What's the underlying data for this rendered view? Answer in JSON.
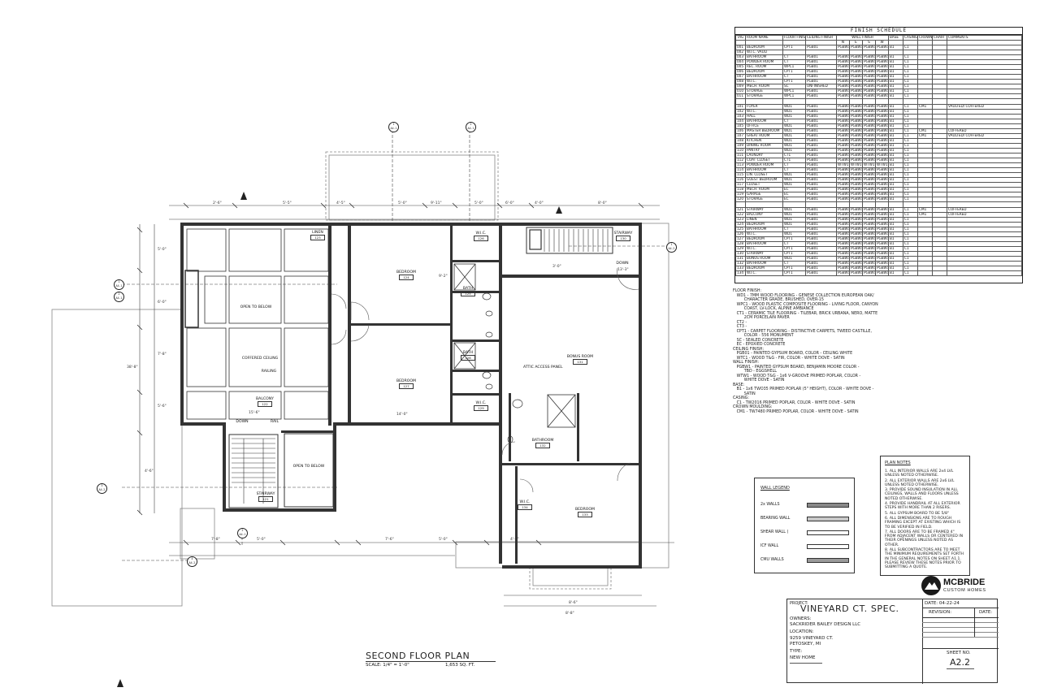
{
  "finish_schedule": {
    "title": "FINISH SCHEDULE",
    "headers": [
      "TAG",
      "ROOM NAME",
      "FLOOR FINISH",
      "CEILING FINISH",
      "WALL FINISH",
      "",
      "",
      "",
      "BASE",
      "CASING",
      "CROWN",
      "CHAIR",
      "COMMENTS"
    ],
    "wall_sub": [
      "N",
      "E",
      "S",
      "W"
    ],
    "rows": [
      [
        "001",
        "BEDROOM",
        "CPT1",
        "PGB01",
        "PGBW1",
        "PGBW1",
        "PGBW1",
        "PGBW1",
        "B1",
        "C1",
        "",
        "",
        ""
      ],
      [
        "002",
        "W.I.C. VAULT",
        "",
        "",
        "",
        "",
        "",
        "",
        "",
        "",
        "",
        "",
        ""
      ],
      [
        "003",
        "BATHROOM",
        "CT",
        "PGB01",
        "PGBW1",
        "PGBW1",
        "PGBW1",
        "PGBW1",
        "B1",
        "C1",
        "",
        "",
        ""
      ],
      [
        "004",
        "POWDER ROOM",
        "CT",
        "PGB01",
        "PGBW1",
        "PGBW1",
        "PGBW1",
        "PGBW1",
        "B1",
        "C1",
        "",
        "",
        ""
      ],
      [
        "005",
        "REC. ROOM",
        "WPC1",
        "PGB01",
        "PGBW1",
        "PGBW1",
        "PGBW1",
        "PGBW1",
        "B1",
        "C1",
        "",
        "",
        ""
      ],
      [
        "006",
        "BEDROOM",
        "CPT1",
        "PGB01",
        "PGBW1",
        "PGBW1",
        "PGBW1",
        "PGBW1",
        "B1",
        "C1",
        "",
        "",
        ""
      ],
      [
        "007",
        "BATHROOM",
        "CT",
        "PGB01",
        "PGBW1",
        "PGBW1",
        "PGBW1",
        "PGBW1",
        "B1",
        "C1",
        "",
        "",
        ""
      ],
      [
        "008",
        "W.I.C.",
        "CPT1",
        "PGB01",
        "PGBW1",
        "PGBW1",
        "PGBW1",
        "PGBW1",
        "B1",
        "C1",
        "",
        "",
        ""
      ],
      [
        "009",
        "MECH. ROOM",
        "SC",
        "UNFINISHED",
        "PGBW1",
        "PGBW1",
        "PGBW1",
        "PGBW1",
        "B1",
        "C1",
        "",
        "",
        ""
      ],
      [
        "010",
        "STORAGE",
        "WPC1",
        "PGB01",
        "PGBW1",
        "PGBW1",
        "PGBW1",
        "PGBW1",
        "B1",
        "C1",
        "",
        "",
        ""
      ],
      [
        "011",
        "STORAGE",
        "WPC1",
        "PGB01",
        "PGBW1",
        "PGBW1",
        "PGBW1",
        "PGBW1",
        "B1",
        "C1",
        "",
        "",
        ""
      ],
      [],
      [
        "101",
        "FOYER",
        "WD1",
        "PGB01",
        "PGBW1",
        "PGBW1",
        "PGBW1",
        "PGBW1",
        "B1",
        "C1",
        "CM1",
        "",
        "VAULTED/ COFFERED"
      ],
      [
        "102",
        "W.I.C.",
        "WD1",
        "PGB01",
        "PGBW1",
        "PGBW1",
        "PGBW1",
        "PGBW1",
        "B1",
        "C1",
        "",
        "",
        ""
      ],
      [
        "103",
        "HALL",
        "WD1",
        "PGB01",
        "PGBW1",
        "PGBW1",
        "PGBW1",
        "PGBW1",
        "B1",
        "C1",
        "",
        "",
        ""
      ],
      [
        "104",
        "BATHROOM",
        "CT",
        "PGB01",
        "PGBW1",
        "PGBW1",
        "PGBW1",
        "PGBW1",
        "B1",
        "C1",
        "",
        "",
        ""
      ],
      [
        "105",
        "OFFICE",
        "WD1",
        "PGB01",
        "PGBW1",
        "PGBW1",
        "PGBW1",
        "PGBW1",
        "B1",
        "C1",
        "",
        "",
        ""
      ],
      [
        "106",
        "MASTER BEDROOM",
        "WD1",
        "PGB01",
        "PGBW1",
        "PGBW1",
        "PGBW1",
        "PGBW1",
        "B1",
        "C1",
        "CM1",
        "",
        "COFFERED"
      ],
      [
        "107",
        "GREAT ROOM",
        "WD1",
        "PGB01",
        "PGBW1",
        "PGBW1",
        "PGBW1",
        "PGBW1",
        "B1",
        "C1",
        "CM1",
        "",
        "VAULTED/ COFFERED"
      ],
      [
        "108",
        "KITCHEN",
        "WD1",
        "PGB01",
        "PGBW1",
        "PGBW1",
        "PGBW1",
        "PGBW1",
        "B1",
        "C1",
        "",
        "",
        ""
      ],
      [
        "109",
        "DINING ROOM",
        "WD1",
        "PGB01",
        "PGBW1",
        "PGBW1",
        "PGBW1",
        "PGBW1",
        "B1",
        "C1",
        "",
        "",
        ""
      ],
      [
        "110",
        "PANTRY",
        "WD1",
        "PGB01",
        "PGBW1",
        "PGBW1",
        "PGBW1",
        "PGBW1",
        "B1",
        "C1",
        "",
        "",
        ""
      ],
      [
        "111",
        "LAUNDRY",
        "CT1",
        "PGB01",
        "PGBW1",
        "PGBW1",
        "PGBW1",
        "PGBW1",
        "B1",
        "C1",
        "",
        "",
        ""
      ],
      [
        "112",
        "COAT CLOSET",
        "CT1",
        "PGB01",
        "PGBW1",
        "PGBW1",
        "PGBW1",
        "PGBW1",
        "B1",
        "C1",
        "",
        "",
        ""
      ],
      [
        "113",
        "POWDER ROOM",
        "CT",
        "PGB01",
        "WTW1",
        "WTW1",
        "WTW1",
        "WTW1",
        "B1",
        "C1",
        "",
        "",
        ""
      ],
      [
        "114",
        "BATHROOM",
        "CT",
        "PGB01",
        "PGBW1",
        "PGBW1",
        "PGBW1",
        "PGBW1",
        "B1",
        "C1",
        "",
        "",
        ""
      ],
      [
        "115",
        "LIN. CLOSET",
        "WD1",
        "PGB01",
        "PGBW1",
        "PGBW1",
        "PGBW1",
        "PGBW1",
        "B1",
        "C1",
        "",
        "",
        ""
      ],
      [
        "116",
        "GUEST BEDROOM",
        "WD1",
        "PGB01",
        "PGBW1",
        "PGBW1",
        "PGBW1",
        "PGBW1",
        "B1",
        "C1",
        "",
        "",
        ""
      ],
      [
        "117",
        "CLOSET",
        "WD1",
        "PGB01",
        "PGBW1",
        "PGBW1",
        "PGBW1",
        "PGBW1",
        "B1",
        "C1",
        "",
        "",
        ""
      ],
      [
        "118",
        "MECH. ROOM",
        "EC",
        "PGB01",
        "PGBW1",
        "PGBW1",
        "PGBW1",
        "PGBW1",
        "B1",
        "C1",
        "",
        "",
        ""
      ],
      [
        "119",
        "GARAGE",
        "EC",
        "PGB01",
        "PGBW1",
        "PGBW1",
        "PGBW1",
        "PGBW1",
        "B1",
        "C1",
        "",
        "",
        ""
      ],
      [
        "120",
        "STORAGE",
        "EC",
        "PGB01",
        "PGBW1",
        "PGBW1",
        "PGBW1",
        "PGBW1",
        "B1",
        "C1",
        "",
        "",
        ""
      ],
      [],
      [
        "121",
        "STAIRWAY",
        "WD1",
        "PGB01",
        "PGBW1",
        "PGBW1",
        "PGBW1",
        "PGBW1",
        "B1",
        "C1",
        "CM1",
        "",
        "COFFERED"
      ],
      [
        "122",
        "BALCONY",
        "WD1",
        "PGB01",
        "PGBW1",
        "PGBW1",
        "PGBW1",
        "PGBW1",
        "B1",
        "C1",
        "CM1",
        "",
        "COFFERED"
      ],
      [
        "123",
        "LINEN",
        "WD1",
        "PGB01",
        "PGBW1",
        "PGBW1",
        "PGBW1",
        "PGBW1",
        "B1",
        "C1",
        "",
        "",
        ""
      ],
      [
        "124",
        "BEDROOM",
        "WD1",
        "PGB01",
        "PGBW1",
        "PGBW1",
        "PGBW1",
        "PGBW1",
        "B1",
        "C1",
        "",
        "",
        ""
      ],
      [
        "125",
        "BATHROOM",
        "CT",
        "PGB01",
        "PGBW1",
        "PGBW1",
        "PGBW1",
        "PGBW1",
        "B1",
        "C1",
        "",
        "",
        ""
      ],
      [
        "126",
        "W.I.C.",
        "WD1",
        "PGB01",
        "PGBW1",
        "PGBW1",
        "PGBW1",
        "PGBW1",
        "B1",
        "C1",
        "",
        "",
        ""
      ],
      [
        "127",
        "BEDROOM",
        "CPT1",
        "PGB01",
        "PGBW1",
        "PGBW1",
        "PGBW1",
        "PGBW1",
        "B1",
        "C1",
        "",
        "",
        ""
      ],
      [
        "128",
        "BATHROOM",
        "CT",
        "PGB01",
        "PGBW1",
        "PGBW1",
        "PGBW1",
        "PGBW1",
        "B1",
        "C1",
        "",
        "",
        ""
      ],
      [
        "129",
        "W.I.C.",
        "CPT1",
        "PGB01",
        "PGBW1",
        "PGBW1",
        "PGBW1",
        "PGBW1",
        "B1",
        "C1",
        "",
        "",
        ""
      ],
      [
        "130",
        "STAIRWAY",
        "CPT1",
        "PGB01",
        "PGBW1",
        "PGBW1",
        "PGBW1",
        "PGBW1",
        "B1",
        "C1",
        "",
        "",
        ""
      ],
      [
        "131",
        "BONUS ROOM",
        "WD1",
        "PGB01",
        "PGBW1",
        "PGBW1",
        "PGBW1",
        "PGBW1",
        "B1",
        "C1",
        "",
        "",
        ""
      ],
      [
        "132",
        "BATHROOM",
        "CT",
        "PGB01",
        "PGBW1",
        "PGBW1",
        "PGBW1",
        "PGBW1",
        "B1",
        "C1",
        "",
        "",
        ""
      ],
      [
        "133",
        "BEDROOM",
        "CPT1",
        "PGB01",
        "PGBW1",
        "PGBW1",
        "PGBW1",
        "PGBW1",
        "B1",
        "C1",
        "",
        "",
        ""
      ],
      [
        "134",
        "W.I.C.",
        "CPT1",
        "PGB01",
        "PGBW1",
        "PGBW1",
        "PGBW1",
        "PGBW1",
        "B1",
        "C1",
        "",
        "",
        ""
      ]
    ]
  },
  "finish_notes": [
    "FLOOR FINISH:",
    "   WD1 - 7MM WOOD FLOORING - GENESE COLLECTION EUROPEAN OAK/",
    "         CHARACTER GRADE, BRUSHED, OVER-15",
    "   WPC1 - WOOD PLASTIC COMPOSITE FLOORING - LIVING FLOOR, CANYON",
    "         COAST, LV-LOCK, ALPINE AMBIANCE",
    "   CT1 - CERAMIC TILE FLOORING - TILEBAR, BRICK URBANA, NERO, MATTE",
    "         2CM PORCELAIN PAVER",
    "   CT2 -",
    "   CT3 -",
    "   CPT1 - CARPET FLOORING - DISTINCTIVE CARPETS, TWEED CASTILLE,",
    "         COLOR - 556 MONUMENT",
    "   SC - SEALED CONCRETE",
    "   EC - EPOXIED CONCRETE",
    "CEILING FINISH:",
    "   PGB01 - PAINTED GYPSUM BOARD, COLOR - CEILING WHITE",
    "   WTC1 - WOOD T&G - FIR, COLOR - WHITE DOVE - SATIN",
    "WALL FINISH:",
    "   PGBW1 - PAINTED GYPSUM BOARD, BENJAMIN MOORE COLOR -",
    "         TBD - EGGSHELL",
    "   WTW1 - WOOD T&G - 1x6 V-GROOVE PRIMED POPLAR, COLOR -",
    "         WHITE DOVE - SATIN",
    "BASE:",
    "   B1 - 1x6 TWO35 PRIMED POPLAR (5\" HEIGHT), COLOR - WHITE DOVE -",
    "         SATIN",
    "CASING:",
    "   C1 - TW2016 PRIMED POPLAR, COLOR - WHITE DOVE - SATIN",
    "CROWN MOULDING:",
    "   CM1 - TW7480 PRIMED POPLAR, COLOR - WHITE DOVE - SATIN"
  ],
  "wall_legend": {
    "title": "WALL LEGEND",
    "items": [
      {
        "label": "2x WALLS",
        "fill": "#888888"
      },
      {
        "label": "BEARING WALL",
        "fill": "#c8c8c8"
      },
      {
        "label": "SHEAR WALL (",
        "fill": "#ffffff"
      },
      {
        "label": "ICF WALL",
        "fill": "#ffffff"
      },
      {
        "label": "CMU WALLS",
        "fill": "#9a9a9a"
      }
    ]
  },
  "plan_notes": {
    "title": "PLAN NOTES",
    "items": [
      "1.  ALL INTERIOR WALLS ARE 2x4 LVL UNLESS NOTED OTHERWISE.",
      "2.  ALL EXTERIOR WALLS ARE 2x6 LVL UNLESS NOTED OTHERWISE.",
      "3.  PROVIDE SOUND INSULATION IN ALL CEILINGS, WALLS AND FLOORS UNLESS NOTED OTHERWISE.",
      "4.  PROVIDE HANDRAIL AT ALL EXTERIOR STEPS WITH MORE THAN 2 RISERS.",
      "5.  ALL GYPSUM BOARD TO BE 5/8\"",
      "6.  ALL DIMENSIONS ARE TO ROUGH FRAMING EXCEPT AT EXISTING WHICH IS TO BE VERIFIED IN FIELD.",
      "7.  ALL DOORS ARE TO BE FRAMED 4\" FROM ADJACENT WALLS OR CENTERED IN THEIR OPENINGS UNLESS NOTED AS OTHER.",
      "8.  ALL SUBCONTRACTORS ARE TO MEET THE MINIMUM REQUIREMENTS SET FORTH IN THE GENERAL NOTES ON SHEET A1.1. PLEASE REVIEW THESE NOTES PRIOR TO SUBMITTING A QUOTE."
    ]
  },
  "logo": {
    "line1": "MCBRIDE",
    "line2": "CUSTOM HOMES"
  },
  "title_block": {
    "project_label": "PROJECT:",
    "project_name": "VINEYARD CT. SPEC.",
    "owners_label": "OWNERS:",
    "owners": "SACKRIDER BAILEY DESIGN LLC",
    "location_label": "LOCATION:",
    "location_1": "9259 VINEYARD CT.",
    "location_2": "PETOSKEY, MI",
    "type_label": "TYPE:",
    "type": "NEW HOME",
    "date": "DATE: 04-22-24",
    "revision_label": "REVISION:",
    "revision_date_label": "DATE:",
    "sheet_label": "SHEET NO.",
    "sheet_no": "A2.2"
  },
  "plan_title": {
    "title": "SECOND FLOOR PLAN",
    "scale": "SCALE: 1/4\" = 1'-0\"",
    "area": "1,653 SQ. FT."
  },
  "rooms": [
    {
      "name": "OPEN TO BELOW",
      "num": ""
    },
    {
      "name": "COFFERED CEILING",
      "num": ""
    },
    {
      "name": "RAILING",
      "num": ""
    },
    {
      "name": "BALCONY",
      "num": "122"
    },
    {
      "name": "LINEN",
      "num": "123"
    },
    {
      "name": "BEDROOM",
      "num": "124"
    },
    {
      "name": "BATH",
      "num": "125"
    },
    {
      "name": "W.I.C.",
      "num": "126"
    },
    {
      "name": "BEDROOM",
      "num": "127"
    },
    {
      "name": "BATH",
      "num": "128"
    },
    {
      "name": "W.I.C.",
      "num": "129"
    },
    {
      "name": "STAIRWAY",
      "num": "130"
    },
    {
      "name": "BONUS ROOM",
      "num": "131"
    },
    {
      "name": "BATHROOM",
      "num": "132"
    },
    {
      "name": "BEDROOM",
      "num": "133"
    },
    {
      "name": "W.I.C.",
      "num": "134"
    },
    {
      "name": "STAIRWAY",
      "num": "121"
    },
    {
      "name": "OPEN TO BELOW",
      "num": ""
    }
  ],
  "plan_labels": {
    "attic": "ATTIC ACCESS PANEL",
    "down1": "DOWN",
    "down2": "DOWN",
    "rail": "RAIL",
    "dim_top": [
      "2'-6\"",
      "5'-5\"",
      "4'-5\"",
      "5'-0\"",
      "9'-11\"",
      "5'-0\"",
      "6'-0\"",
      "4'-0\"",
      "8'-0\""
    ],
    "dim_bottom": [
      "7'-8\"",
      "5'-0\"",
      "7'-6\"",
      "5'-0\"",
      "4'-0\"",
      "8'-6\"",
      "8'-8\""
    ],
    "dim_left": [
      "5'-0\"",
      "6'-0\"",
      "7'-8\"",
      "5'-6\"",
      "4'-6\"",
      "38'-8\""
    ],
    "dim_misc": [
      "14'-0\"",
      "15'-6\"",
      "3'-0\"",
      "13'-3\"",
      "9'-2\""
    ]
  }
}
